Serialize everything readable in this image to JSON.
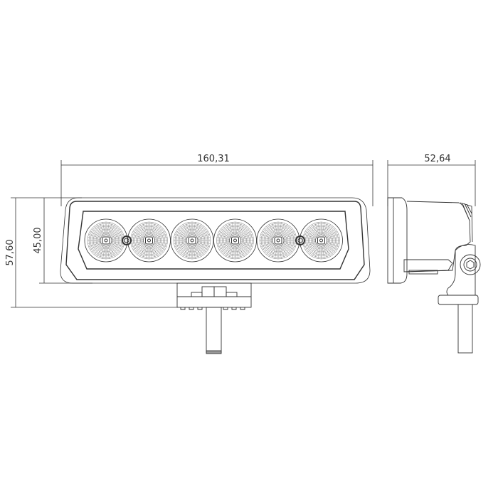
{
  "drawing": {
    "title": "LED work light dimension drawing",
    "dimensions": {
      "front_width": "160,31",
      "side_depth": "52,64",
      "total_height": "57,60",
      "housing_height": "45,00"
    },
    "led_count": 6,
    "line_color": "#333333"
  }
}
